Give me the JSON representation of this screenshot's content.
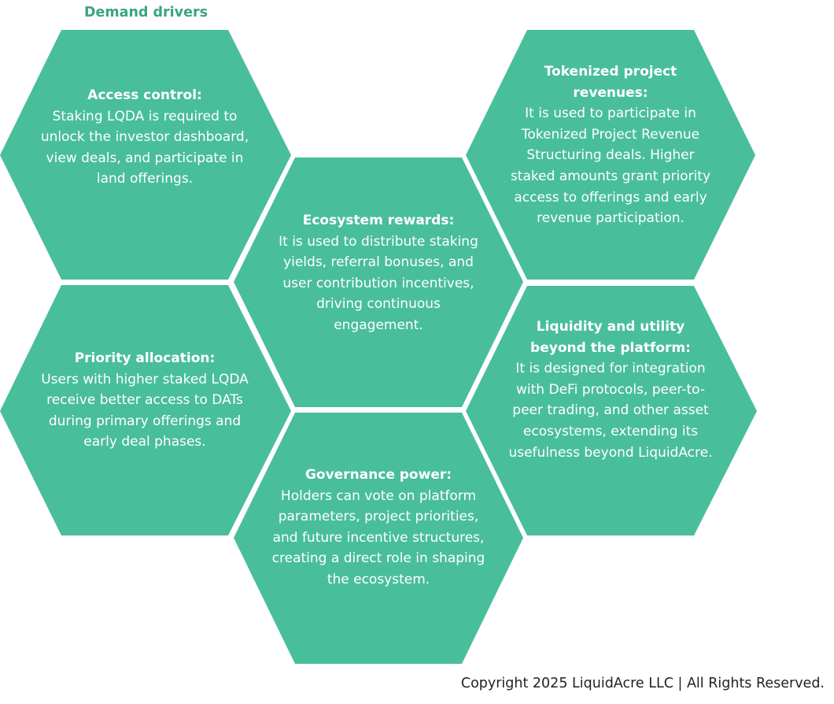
{
  "title": "Demand drivers",
  "hex_color": "#49be9b",
  "title_color": "#3aa383",
  "drivers": [
    {
      "heading": "Access control:",
      "text": "Staking LQDA is required to unlock the investor dashboard, view deals, and participate in land offerings."
    },
    {
      "heading": "Tokenized project revenues:",
      "text": "It is used to participate in Tokenized Project Revenue Structuring deals. Higher staked amounts grant priority access to offerings and early revenue participation."
    },
    {
      "heading": "Ecosystem rewards:",
      "text": "It is used to distribute staking yields, referral bonuses, and user contribution incentives, driving continuous engagement."
    },
    {
      "heading": "Priority allocation:",
      "text": "Users with higher staked LQDA receive better access to DATs during primary offerings and early deal phases."
    },
    {
      "heading": "Liquidity and utility beyond the platform:",
      "text": "It is designed for integration with DeFi protocols, peer-to-peer trading, and other asset ecosystems, extending its usefulness beyond LiquidAcre."
    },
    {
      "heading": "Governance power:",
      "text": "Holders can vote on platform parameters, project priorities, and future incentive structures, creating a direct role in shaping the ecosystem."
    }
  ],
  "footer": "Copyright 2025 LiquidAcre LLC | All Rights Reserved."
}
